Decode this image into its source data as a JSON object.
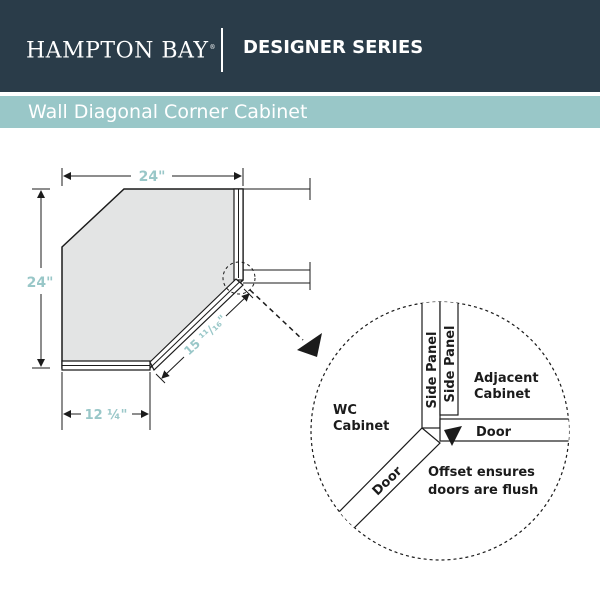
{
  "header": {
    "brand": "HAMPTON BAY",
    "brand_mark": "®",
    "series": "DESIGNER SERIES"
  },
  "band": {
    "title": "Wall Diagonal Corner Cabinet"
  },
  "dimensions": {
    "width": "24\"",
    "height": "24\"",
    "side": "12 ¼\"",
    "diagonal": "15 ¹¹/₁₆\""
  },
  "detail": {
    "wc_cabinet_line1": "WC",
    "wc_cabinet_line2": "Cabinet",
    "side_panel_a": "Side Panel",
    "side_panel_b": "Side Panel",
    "adjacent_line1": "Adjacent",
    "adjacent_line2": "Cabinet",
    "door_right": "Door",
    "door_diagonal": "Door",
    "note_line1": "Offset ensures",
    "note_line2": "doors are flush"
  },
  "colors": {
    "header_bg": "#2a3c49",
    "band_bg": "#99c7c8",
    "dimension_text": "#99c7c8",
    "cabinet_fill": "#e3e4e4",
    "line": "#1b1b1b"
  }
}
